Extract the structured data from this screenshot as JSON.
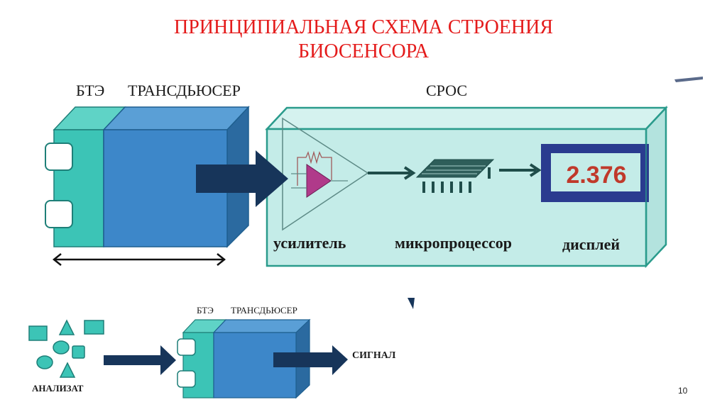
{
  "title": {
    "line1": "ПРИНЦИПИАЛЬНАЯ СХЕМА СТРОЕНИЯ",
    "line2": "БИОСЕНСОРА",
    "color": "#e41b1b"
  },
  "main_diagram": {
    "bte_label": "БТЭ",
    "transducer_label": "ТРАНСДЬЮСЕР",
    "sros_label": "СРОС",
    "amplifier_label": "усилитель",
    "microprocessor_label": "микропроцессор",
    "display_label": "дисплей",
    "display_value": "2.376",
    "colors": {
      "bte": "#3cc4b6",
      "transducer": "#3d87c9",
      "sros_box": "#c4ece8",
      "arrow": "#17355a",
      "display_frame": "#2a3b8f",
      "display_value": "#c0392b",
      "op_amp": "#b03a8a"
    }
  },
  "mini_diagram": {
    "bte_label": "БТЭ",
    "transducer_label": "ТРАНСДЬЮСЕР",
    "analyte_label": "АНАЛИЗАТ",
    "signal_label": "СИГНАЛ"
  },
  "page_number": "10"
}
